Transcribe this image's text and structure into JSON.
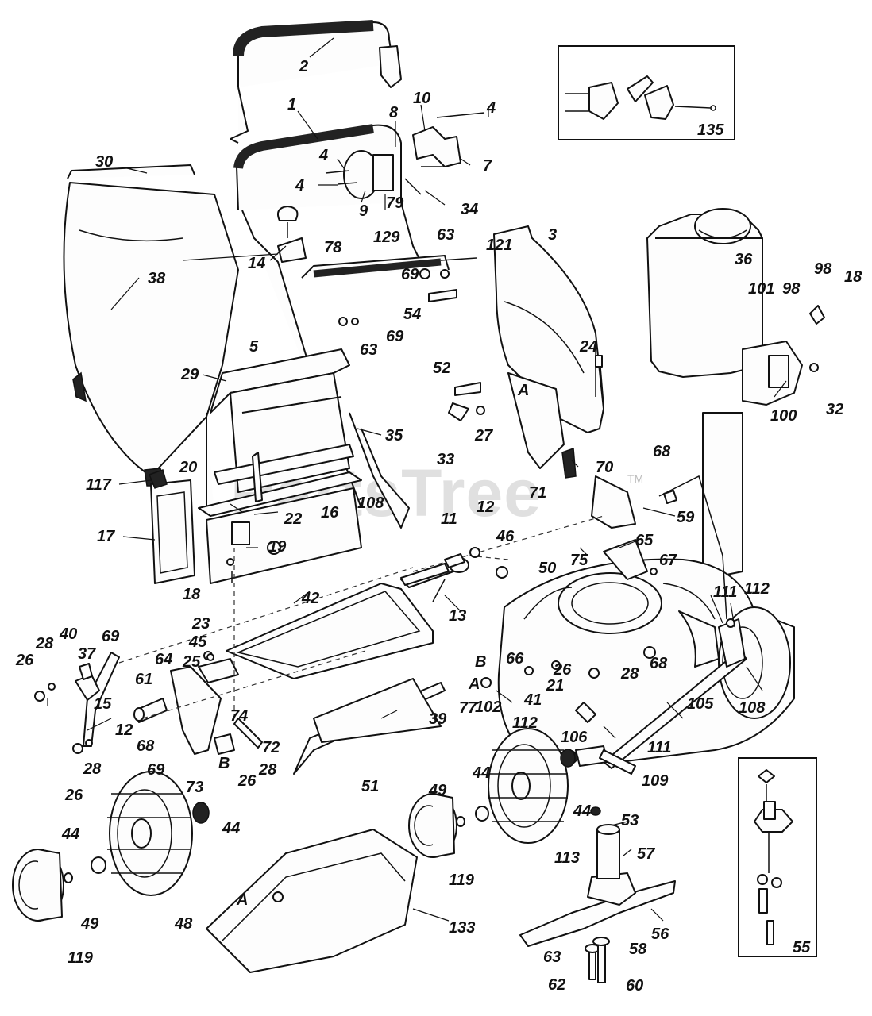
{
  "watermark": {
    "text": "PartsTree",
    "trademark": "TM"
  },
  "inset_top": {
    "label": "135"
  },
  "inset_blade": {
    "label": "55"
  },
  "callouts": [
    {
      "id": "2"
    },
    {
      "id": "1"
    },
    {
      "id": "8"
    },
    {
      "id": "10"
    },
    {
      "id": "4"
    },
    {
      "id": "4"
    },
    {
      "id": "4"
    },
    {
      "id": "7"
    },
    {
      "id": "9"
    },
    {
      "id": "79"
    },
    {
      "id": "129"
    },
    {
      "id": "34"
    },
    {
      "id": "30"
    },
    {
      "id": "14"
    },
    {
      "id": "78"
    },
    {
      "id": "63"
    },
    {
      "id": "121"
    },
    {
      "id": "69"
    },
    {
      "id": "36"
    },
    {
      "id": "98"
    },
    {
      "id": "18"
    },
    {
      "id": "98"
    },
    {
      "id": "101"
    },
    {
      "id": "38"
    },
    {
      "id": "5"
    },
    {
      "id": "63"
    },
    {
      "id": "69"
    },
    {
      "id": "54"
    },
    {
      "id": "52"
    },
    {
      "id": "3"
    },
    {
      "id": "24"
    },
    {
      "id": "A"
    },
    {
      "id": "32"
    },
    {
      "id": "100"
    },
    {
      "id": "29"
    },
    {
      "id": "27"
    },
    {
      "id": "33"
    },
    {
      "id": "35"
    },
    {
      "id": "70"
    },
    {
      "id": "68"
    },
    {
      "id": "20"
    },
    {
      "id": "117"
    },
    {
      "id": "108"
    },
    {
      "id": "16"
    },
    {
      "id": "22"
    },
    {
      "id": "17"
    },
    {
      "id": "19"
    },
    {
      "id": "11"
    },
    {
      "id": "12"
    },
    {
      "id": "46"
    },
    {
      "id": "71"
    },
    {
      "id": "65"
    },
    {
      "id": "59"
    },
    {
      "id": "75"
    },
    {
      "id": "67"
    },
    {
      "id": "18"
    },
    {
      "id": "23"
    },
    {
      "id": "42"
    },
    {
      "id": "50"
    },
    {
      "id": "13"
    },
    {
      "id": "111"
    },
    {
      "id": "112"
    },
    {
      "id": "40"
    },
    {
      "id": "69"
    },
    {
      "id": "28"
    },
    {
      "id": "37"
    },
    {
      "id": "26"
    },
    {
      "id": "45"
    },
    {
      "id": "64"
    },
    {
      "id": "25"
    },
    {
      "id": "66"
    },
    {
      "id": "68"
    },
    {
      "id": "B"
    },
    {
      "id": "26"
    },
    {
      "id": "28"
    },
    {
      "id": "21"
    },
    {
      "id": "41"
    },
    {
      "id": "A"
    },
    {
      "id": "77"
    },
    {
      "id": "102"
    },
    {
      "id": "108"
    },
    {
      "id": "15"
    },
    {
      "id": "61"
    },
    {
      "id": "74"
    },
    {
      "id": "39"
    },
    {
      "id": "105"
    },
    {
      "id": "112"
    },
    {
      "id": "111"
    },
    {
      "id": "12"
    },
    {
      "id": "68"
    },
    {
      "id": "72"
    },
    {
      "id": "28"
    },
    {
      "id": "26"
    },
    {
      "id": "69"
    },
    {
      "id": "B"
    },
    {
      "id": "73"
    },
    {
      "id": "28"
    },
    {
      "id": "26"
    },
    {
      "id": "51"
    },
    {
      "id": "106"
    },
    {
      "id": "109"
    },
    {
      "id": "44"
    },
    {
      "id": "49"
    },
    {
      "id": "44"
    },
    {
      "id": "44"
    },
    {
      "id": "53"
    },
    {
      "id": "57"
    },
    {
      "id": "113"
    },
    {
      "id": "119"
    },
    {
      "id": "44"
    },
    {
      "id": "48"
    },
    {
      "id": "49"
    },
    {
      "id": "A"
    },
    {
      "id": "133"
    },
    {
      "id": "56"
    },
    {
      "id": "63"
    },
    {
      "id": "58"
    },
    {
      "id": "119"
    },
    {
      "id": "62"
    },
    {
      "id": "60"
    }
  ]
}
